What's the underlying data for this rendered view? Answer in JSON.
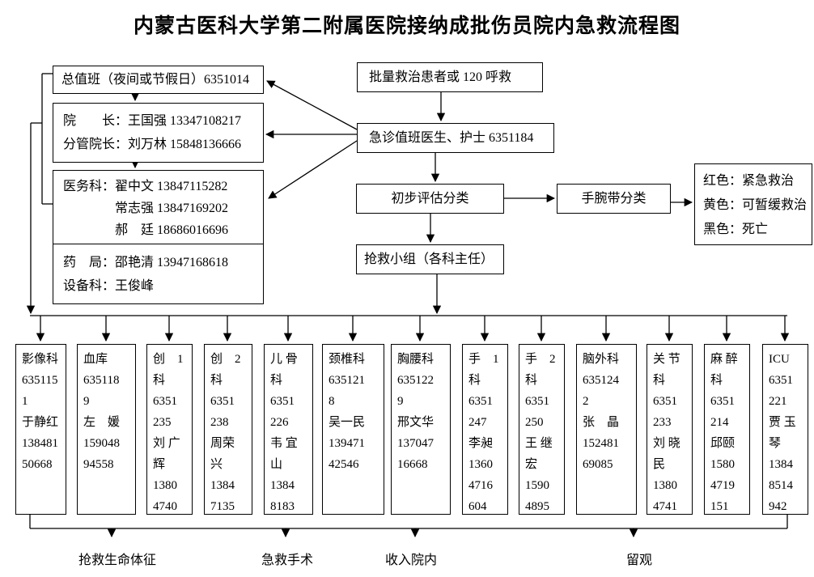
{
  "title": "内蒙古医科大学第二附属医院接纳成批伤员院内急救流程图",
  "admin": {
    "duty_office": "总值班（夜间或节假日）6351014",
    "president_lines": [
      "院　　长：王国强 13347108217",
      "分管院长：刘万林 15848136666"
    ],
    "medical_affairs_lines": [
      "医务科：翟中文 13847115282",
      "　　　　常志强 13847169202",
      "　　　　郝　廷 18686016696"
    ],
    "pharmacy_equipment_lines": [
      "药　局：邵艳清 13947168618",
      "设备科：王俊峰"
    ]
  },
  "flow": {
    "mass_casualty": "批量救治患者或 120 呼救",
    "er_duty": "急诊值班医生、护士 6351184",
    "triage": "初步评估分类",
    "wristband": "手腕带分类",
    "wristband_color_lines": [
      "红色：紧急救治",
      "黄色：可暂缓救治",
      "黑色：死亡"
    ],
    "rescue_team": "抢救小组（各科主任）"
  },
  "departments": [
    {
      "name": "影像科",
      "lines": [
        "影像科",
        "635115",
        "1",
        "于静红",
        "138481",
        "50668"
      ]
    },
    {
      "name": "血库",
      "lines": [
        "血库",
        "635118",
        "9",
        "左　媛",
        "159048",
        "94558"
      ]
    },
    {
      "name": "创1科",
      "lines": [
        "创　1",
        "科",
        "6351",
        "235",
        "刘 广",
        "辉",
        "1380",
        "4740"
      ]
    },
    {
      "name": "创2科",
      "lines": [
        "创　2",
        "科",
        "6351",
        "238",
        "周荣",
        "兴",
        "1384",
        "7135"
      ]
    },
    {
      "name": "儿骨科",
      "lines": [
        "儿 骨",
        "科",
        "6351",
        "226",
        "韦 宜",
        "山",
        "1384",
        "8183"
      ]
    },
    {
      "name": "颈椎科",
      "lines": [
        "颈椎科",
        "635121",
        "8",
        "吴一民",
        "139471",
        "42546"
      ]
    },
    {
      "name": "胸腰科",
      "lines": [
        "胸腰科",
        "635122",
        "9",
        "邢文华",
        "137047",
        "16668"
      ]
    },
    {
      "name": "手1科",
      "lines": [
        "手　1",
        "科",
        "6351",
        "247",
        "李昶",
        "1360",
        "4716",
        "604"
      ]
    },
    {
      "name": "手2科",
      "lines": [
        "手　2",
        "科",
        "6351",
        "250",
        "王 继",
        "宏",
        "1590",
        "4895"
      ]
    },
    {
      "name": "脑外科",
      "lines": [
        "脑外科",
        "635124",
        "2",
        "张　晶",
        "152481",
        "69085"
      ]
    },
    {
      "name": "关节科",
      "lines": [
        "关 节",
        "科",
        "6351",
        "233",
        "刘 晓",
        "民",
        "1380",
        "4741"
      ]
    },
    {
      "name": "麻醉科",
      "lines": [
        "麻 醉",
        "科",
        "6351",
        "214",
        "邱颐",
        "1580",
        "4719",
        "151"
      ]
    },
    {
      "name": "ICU",
      "lines": [
        "ICU",
        "6351",
        "221",
        "贾 玉",
        "琴",
        "1384",
        "8514",
        "942"
      ]
    }
  ],
  "outcomes": [
    "抢救生命体征",
    "急救手术",
    "收入院内",
    "留观"
  ],
  "colors": {
    "line": "#000000",
    "background": "#ffffff",
    "text": "#000000"
  }
}
